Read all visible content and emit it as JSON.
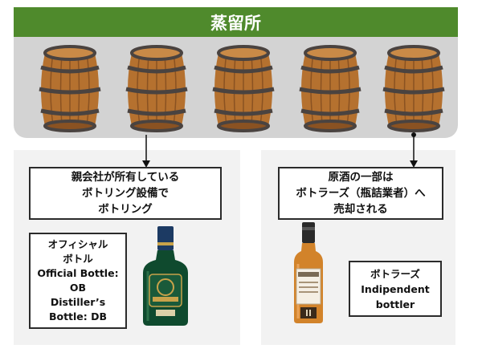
{
  "header": {
    "title": "蒸留所"
  },
  "left_panel": {
    "box_text": [
      "親会社が所有している",
      "ボトリング設備で",
      "ボトリング"
    ],
    "label_text": [
      "オフィシャル",
      "ボトル",
      "Official Bottle:",
      "OB",
      "Distiller’s",
      "Bottle: DB"
    ]
  },
  "right_panel": {
    "box_text": [
      "原酒の一部は",
      "ボトラーズ（瓶詰業者）へ",
      "売却される"
    ],
    "label_text": [
      "ボトラーズ",
      "Indipendent",
      "bottler"
    ]
  },
  "colors": {
    "header_green": "#4f8a2c",
    "distillery_gray": "#d3d3d3",
    "panel_gray": "#f2f2f2",
    "barrel_wood": "#b5712f",
    "barrel_hoop": "#4a4340",
    "ob_bottle": "#0f4a2e",
    "ib_bottle": "#d2832a"
  },
  "icons": [
    "barrel-icon",
    "green-bottle-icon",
    "amber-bottle-icon",
    "arrow-down-icon"
  ]
}
